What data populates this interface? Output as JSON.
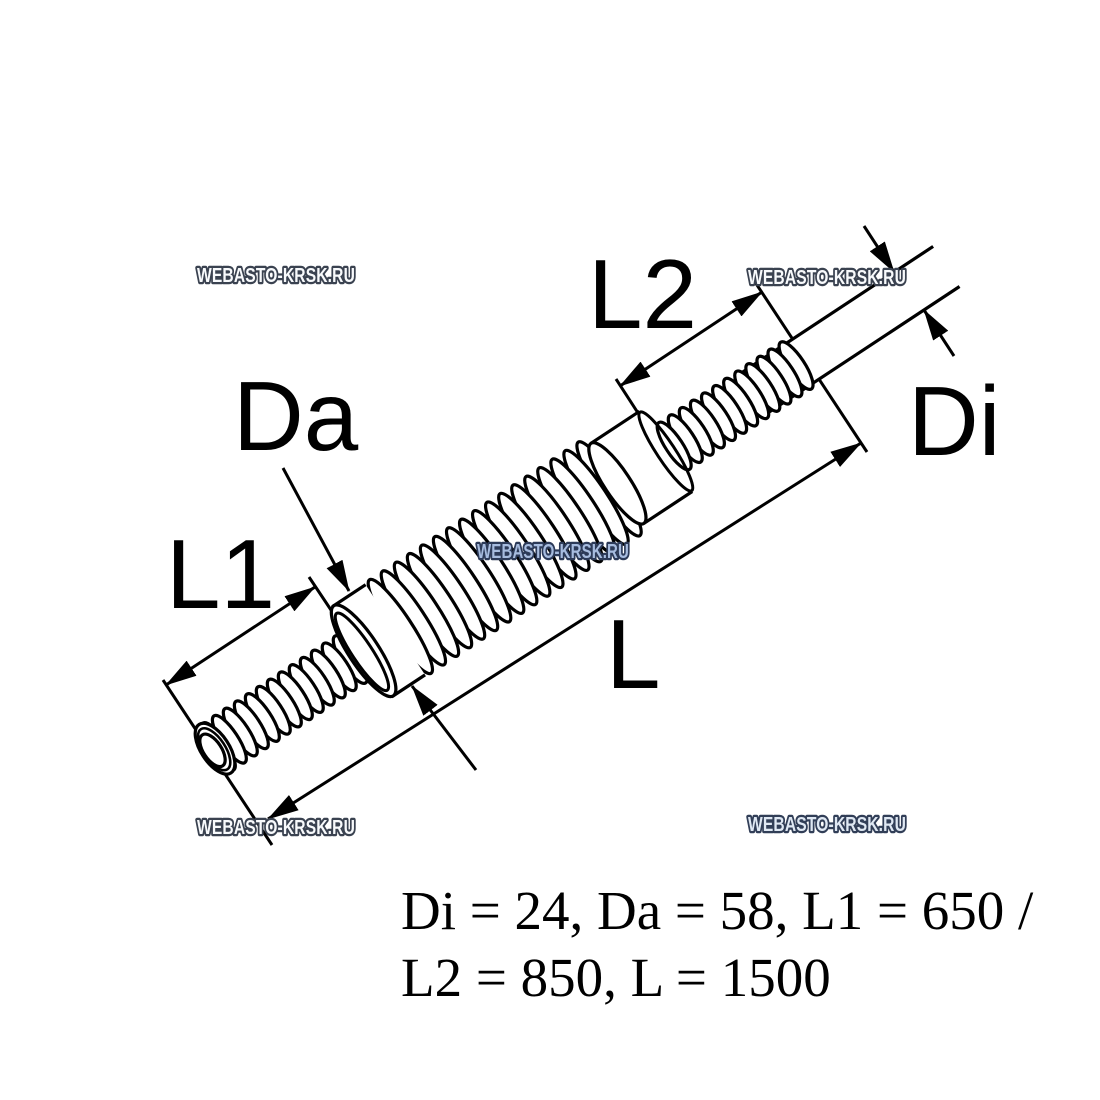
{
  "diagram": {
    "labels": {
      "l1": "L1",
      "l2": "L2",
      "l": "L",
      "da": "Da",
      "di": "Di"
    },
    "specs": {
      "line1": "Di = 24, Da = 58, L1 = 650 /",
      "line2": "L2 = 850, L = 1500"
    },
    "dimensions": {
      "Di": 24,
      "Da": 58,
      "L1": 650,
      "L2": 850,
      "L": 1500
    },
    "watermark_text": "WEBASTO-KRSK.RU",
    "colors": {
      "ink": "#000000",
      "background": "#ffffff",
      "wm_light_fill": "#f8fafc",
      "wm_light_outline": "#3a4250",
      "wm_blue_fill": "#a7bcdf",
      "wm_blue_outline": "#2c3a58",
      "wm_pale_blue_fill": "#dfe8f3",
      "wm_pale_blue_outline": "#313e57"
    }
  }
}
